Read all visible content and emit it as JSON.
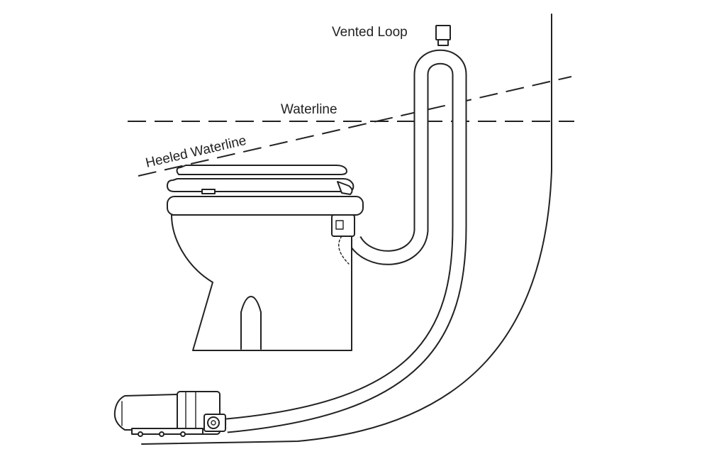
{
  "labels": {
    "vented_loop": "Vented Loop",
    "waterline": "Waterline",
    "heeled_waterline": "Heeled Waterline"
  },
  "colors": {
    "line": "#222222",
    "background": "#ffffff"
  }
}
